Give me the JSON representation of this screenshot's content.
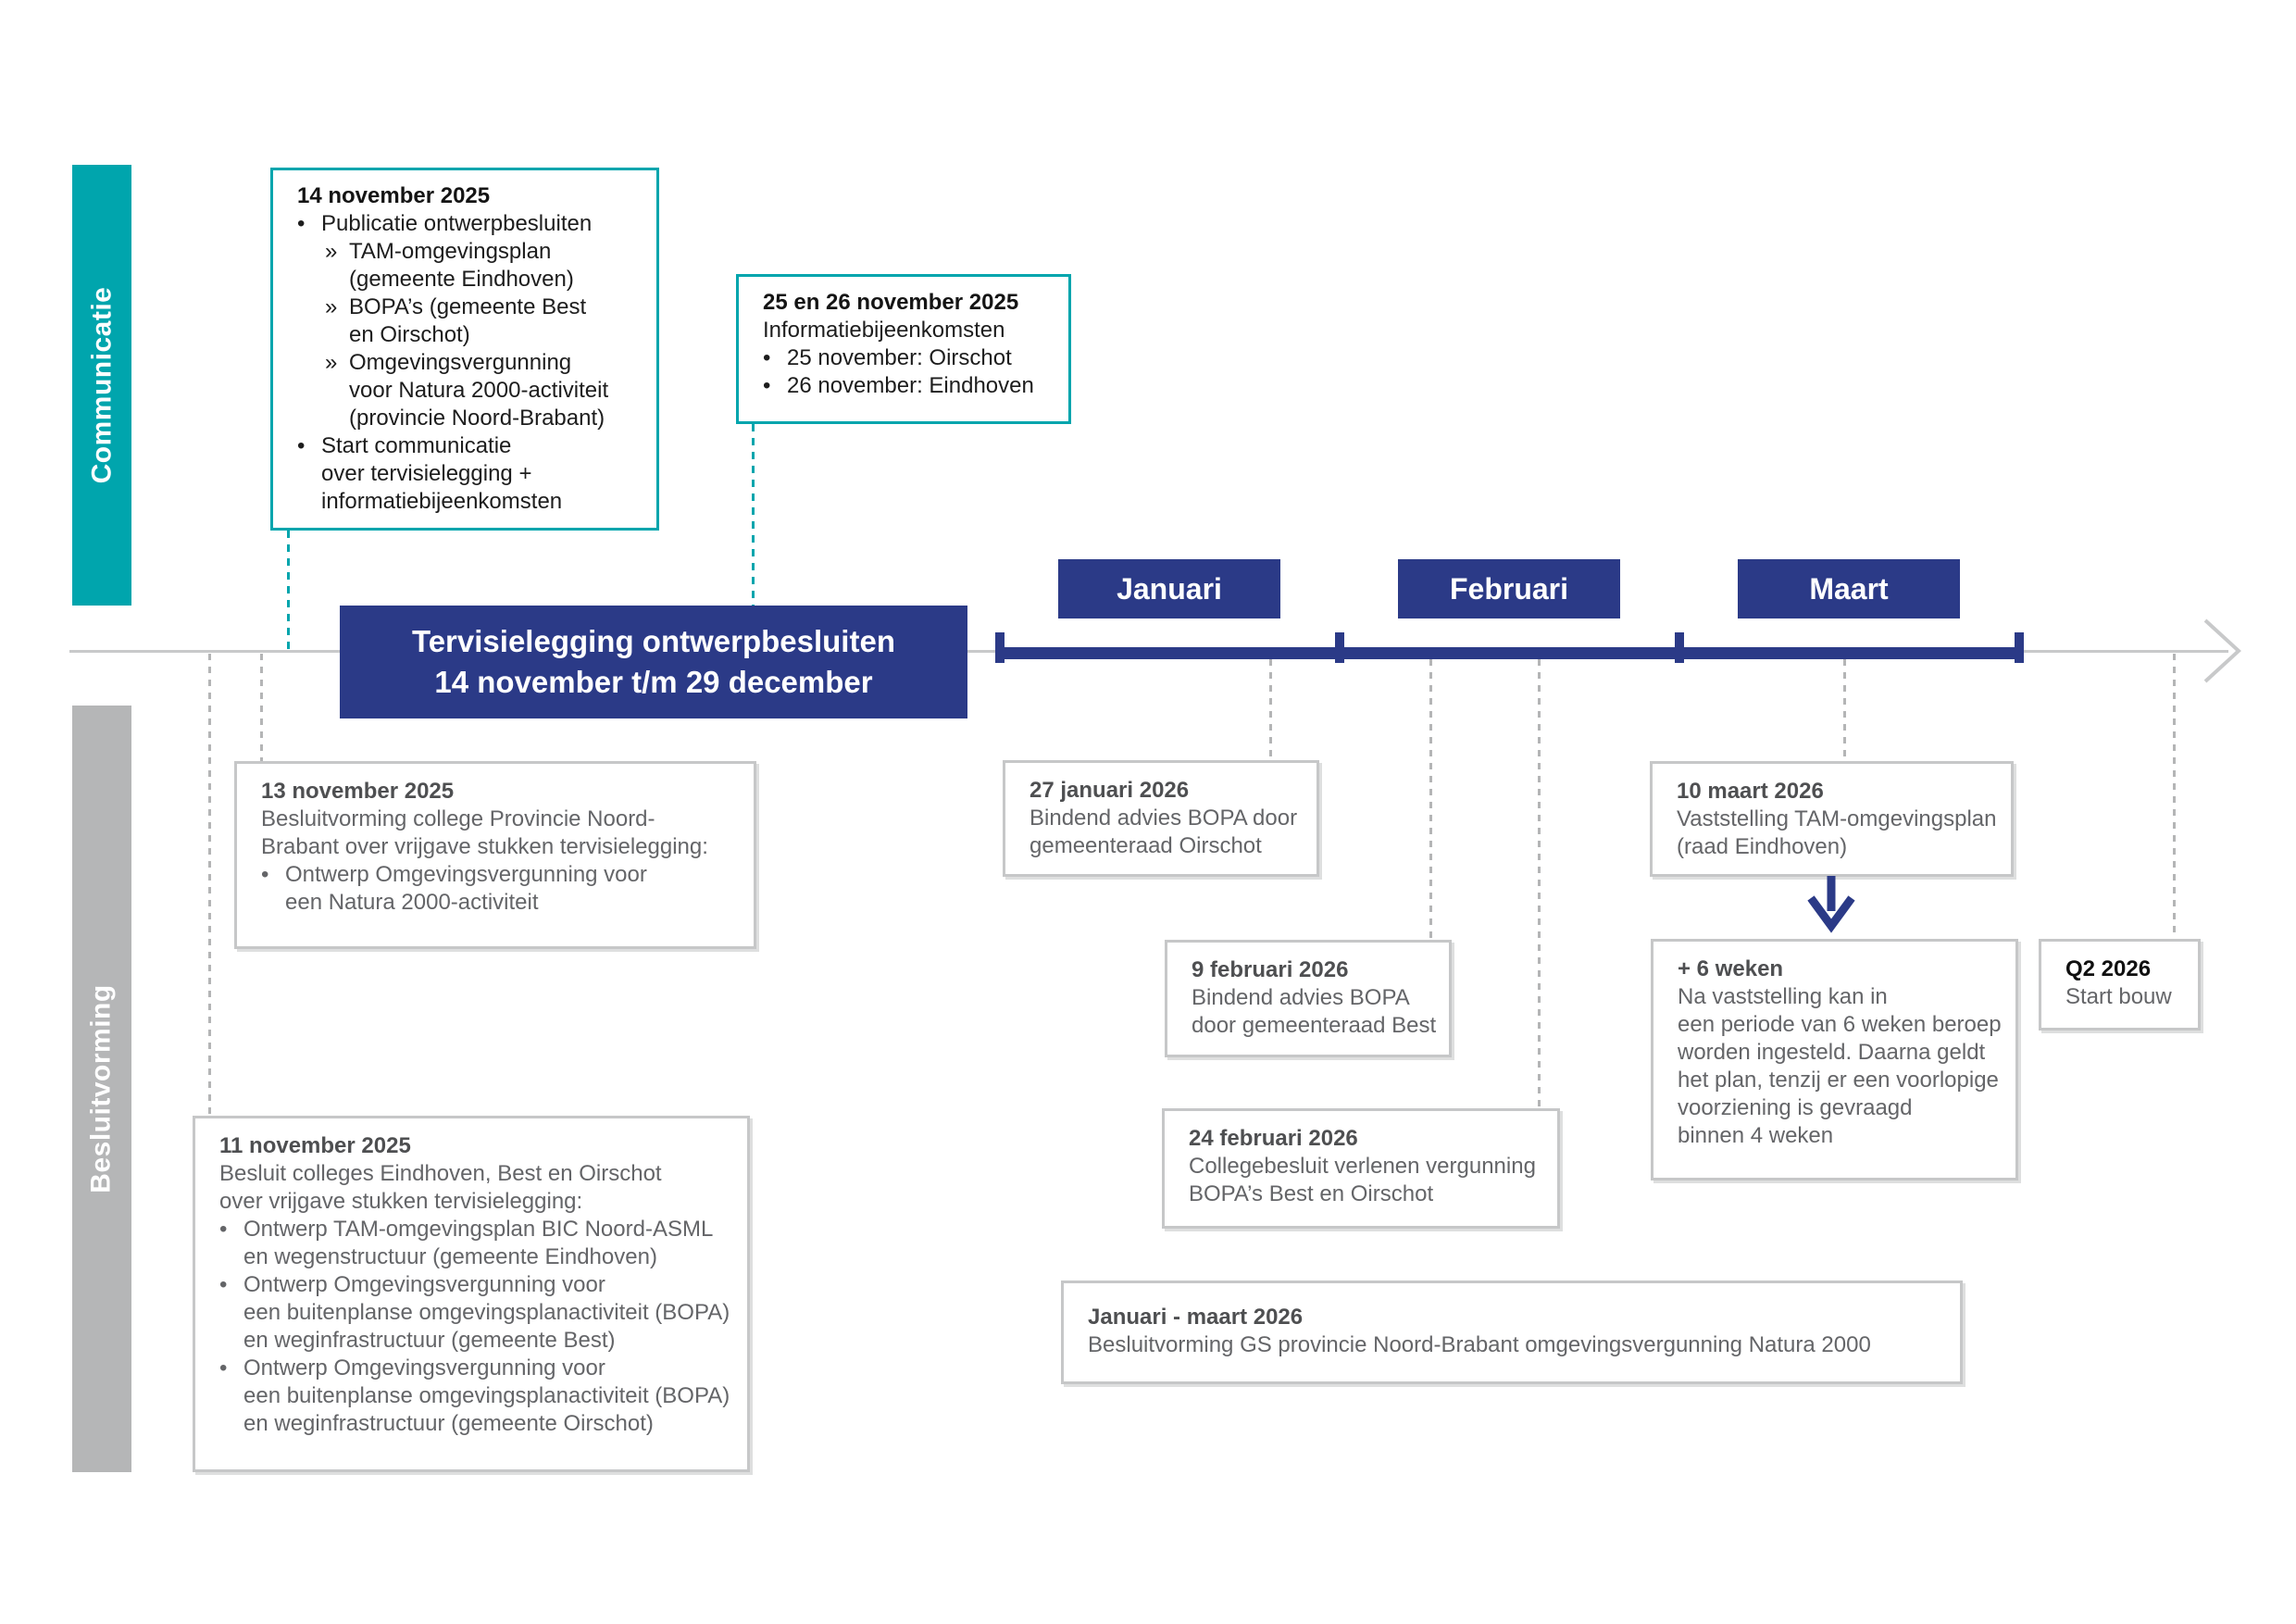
{
  "palette": {
    "teal": "#00a5ad",
    "blue": "#2b3a87",
    "graybar": "#b5b6b7",
    "boxborder": "#c6c7c8",
    "line": "#c8c9ca",
    "dash": "#b4b5b6"
  },
  "lanes": {
    "communicatie": "Communicatie",
    "besluitvorming": "Besluitvorming"
  },
  "timeline": {
    "period_box": {
      "line1": "Tervisielegging ontwerpbesluiten",
      "line2": "14 november t/m 29 december"
    },
    "months": [
      {
        "label": "Januari"
      },
      {
        "label": "Februari"
      },
      {
        "label": "Maart"
      }
    ]
  },
  "boxes": {
    "comm_14_nov": {
      "title": "14 november 2025",
      "lines": [
        {
          "b": "•",
          "cls": "",
          "t": "Publicatie ontwerpbesluiten"
        },
        {
          "b": "»",
          "cls": "i1",
          "t": "TAM-omgevingsplan"
        },
        {
          "cls": "c2",
          "t": "(gemeente Eindhoven)"
        },
        {
          "b": "»",
          "cls": "i1",
          "t": "BOPA’s (gemeente Best"
        },
        {
          "cls": "c2",
          "t": "en Oirschot)"
        },
        {
          "b": "»",
          "cls": "i1",
          "t": "Omgevingsvergunning"
        },
        {
          "cls": "c2",
          "t": "voor Natura 2000-activiteit"
        },
        {
          "cls": "c2",
          "t": "(provincie Noord-Brabant)"
        },
        {
          "b": "•",
          "cls": "",
          "t": "Start communicatie"
        },
        {
          "cls": "c1",
          "t": "over tervisielegging +"
        },
        {
          "cls": "c1",
          "t": "informatiebijeenkomsten"
        }
      ]
    },
    "comm_25_26_nov": {
      "title": "25 en 26 november 2025",
      "lines": [
        {
          "cls": "",
          "t": "Informatiebijeenkomsten"
        },
        {
          "b": "•",
          "cls": "",
          "t": "25 november: Oirschot"
        },
        {
          "b": "•",
          "cls": "",
          "t": "26 november: Eindhoven"
        }
      ]
    },
    "besl_13_nov": {
      "title": "13 november 2025",
      "lines": [
        {
          "cls": "",
          "t": "Besluitvorming college Provincie Noord-"
        },
        {
          "cls": "",
          "t": "Brabant over vrijgave stukken tervisielegging:"
        },
        {
          "b": "•",
          "cls": "",
          "t": "Ontwerp Omgevingsvergunning voor"
        },
        {
          "cls": "c1",
          "t": "een Natura 2000-activiteit"
        }
      ]
    },
    "besl_11_nov": {
      "title": "11 november 2025",
      "lines": [
        {
          "cls": "",
          "t": "Besluit colleges Eindhoven, Best en Oirschot"
        },
        {
          "cls": "",
          "t": "over vrijgave stukken tervisielegging:"
        },
        {
          "b": "•",
          "cls": "",
          "t": "Ontwerp TAM-omgevingsplan BIC Noord-ASML"
        },
        {
          "cls": "c1",
          "t": "en wegenstructuur (gemeente Eindhoven)"
        },
        {
          "b": "•",
          "cls": "",
          "t": "Ontwerp Omgevingsvergunning voor"
        },
        {
          "cls": "c1",
          "t": "een buitenplanse omgevingsplanactiviteit (BOPA)"
        },
        {
          "cls": "c1",
          "t": "en weginfrastructuur (gemeente Best)"
        },
        {
          "b": "•",
          "cls": "",
          "t": "Ontwerp Omgevingsvergunning voor"
        },
        {
          "cls": "c1",
          "t": "een buitenplanse omgevingsplanactiviteit (BOPA)"
        },
        {
          "cls": "c1",
          "t": "en weginfrastructuur (gemeente Oirschot)"
        }
      ]
    },
    "besl_27_jan": {
      "title": "27 januari 2026",
      "lines": [
        {
          "cls": "",
          "t": "Bindend advies BOPA door"
        },
        {
          "cls": "",
          "t": "gemeenteraad Oirschot"
        }
      ]
    },
    "besl_9_feb": {
      "title": "9 februari 2026",
      "lines": [
        {
          "cls": "",
          "t": "Bindend advies BOPA"
        },
        {
          "cls": "",
          "t": "door gemeenteraad Best"
        }
      ]
    },
    "besl_24_feb": {
      "title": "24 februari 2026",
      "lines": [
        {
          "cls": "",
          "t": "Collegebesluit verlenen vergunning"
        },
        {
          "cls": "",
          "t": "BOPA’s Best en Oirschot"
        }
      ]
    },
    "besl_10_maart": {
      "title": "10 maart 2026",
      "lines": [
        {
          "cls": "",
          "t": "Vaststelling TAM-omgevingsplan"
        },
        {
          "cls": "",
          "t": "(raad Eindhoven)"
        }
      ]
    },
    "besl_6_weken": {
      "title": "+ 6 weken",
      "lines": [
        {
          "cls": "",
          "t": "Na vaststelling kan in"
        },
        {
          "cls": "",
          "t": "een periode van 6 weken beroep"
        },
        {
          "cls": "",
          "t": "worden ingesteld. Daarna geldt"
        },
        {
          "cls": "",
          "t": "het plan, tenzij er een voorlopige"
        },
        {
          "cls": "",
          "t": "voorziening is gevraagd"
        },
        {
          "cls": "",
          "t": "binnen 4 weken"
        }
      ]
    },
    "besl_q2_2026": {
      "title": "Q2 2026",
      "lines": [
        {
          "cls": "",
          "t": "Start bouw"
        }
      ]
    },
    "besl_jan_maart": {
      "title": "Januari - maart 2026",
      "lines": [
        {
          "cls": "",
          "t": "Besluitvorming GS provincie Noord-Brabant omgevingsvergunning Natura 2000"
        }
      ]
    }
  }
}
